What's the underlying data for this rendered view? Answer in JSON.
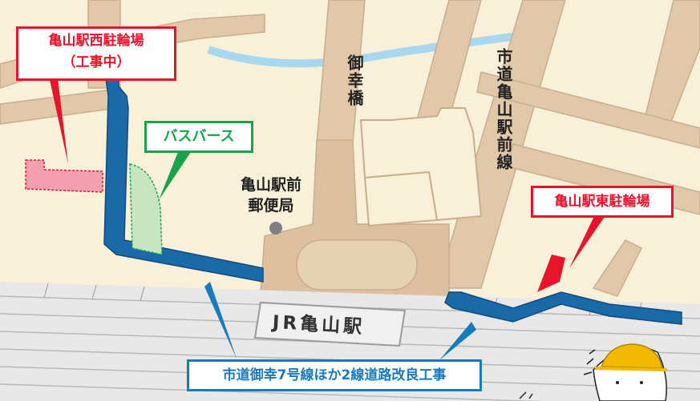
{
  "labels": {
    "west_parking": [
      "亀山駅西駐輪場",
      "（工事中）"
    ],
    "bus_berth": "バスバース",
    "east_parking": "亀山駅東駐輪場",
    "post_office": [
      "亀山駅前",
      "郵便局"
    ],
    "bridge": "御幸橋",
    "east_road": "市道亀山駅前線",
    "station": "JR亀山駅",
    "project": "市道御幸7号線ほか2線道路改良工事"
  },
  "colors": {
    "land": "#f8f0d8",
    "road": "#e0c8a8",
    "road_edge": "#c9ae8c",
    "plaza": "#dcc0a0",
    "river": "#a8d8f0",
    "rail_area": "#e8e8e8",
    "work_road": "#1a6aa8",
    "accent_red": "#e8142b",
    "accent_green": "#19a34a",
    "accent_blue": "#1a7ac0"
  }
}
